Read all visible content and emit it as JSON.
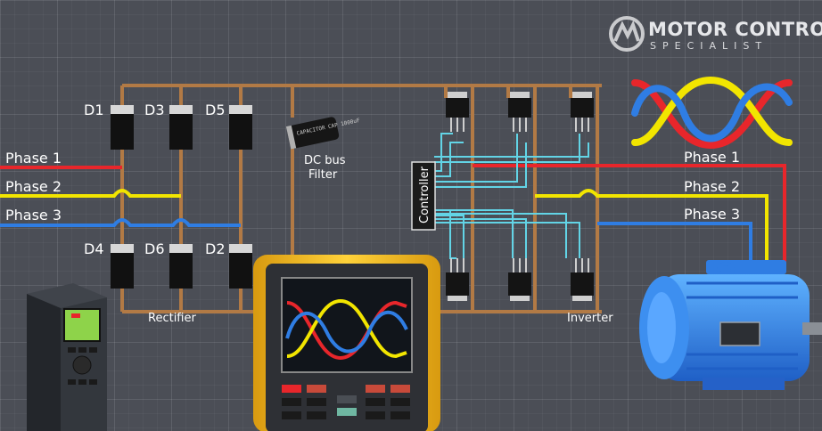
{
  "logo": {
    "line1": "MOTOR CONTROL",
    "line2": "SPECIALIST"
  },
  "rectifier": {
    "diodes_top": [
      "D1",
      "D3",
      "D5"
    ],
    "diodes_bottom": [
      "D4",
      "D6",
      "D2"
    ],
    "label": "Rectifier"
  },
  "dc_bus": {
    "line1": "DC bus",
    "line2": "Filter"
  },
  "controller": {
    "label": "Controller"
  },
  "inverter": {
    "label": "Inverter"
  },
  "inputs": [
    "Phase 1",
    "Phase 2",
    "Phase 3"
  ],
  "outputs": [
    "Phase 1",
    "Phase 2",
    "Phase 3"
  ],
  "capacitor_text": "CAPACITOR CAP 1000uF",
  "colors": {
    "phase1": "#e8262b",
    "phase2": "#f2e500",
    "phase3": "#2f7de3",
    "bus": "#b27a45",
    "signal": "#62d4e6"
  }
}
